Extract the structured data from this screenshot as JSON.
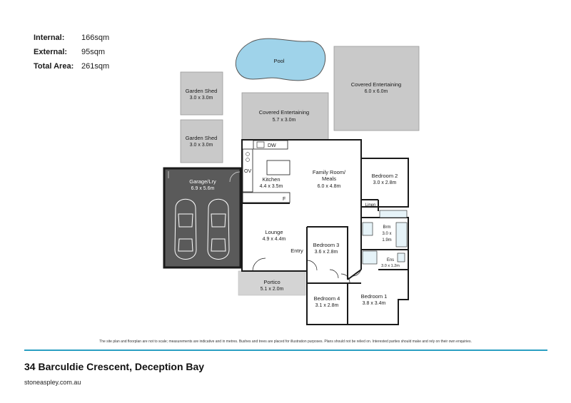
{
  "areas": [
    {
      "label": "Internal:",
      "value": "166sqm"
    },
    {
      "label": "External:",
      "value": "95sqm"
    },
    {
      "label": "Total Area:",
      "value": "261sqm"
    }
  ],
  "rooms": {
    "pool": {
      "name": "Pool"
    },
    "covered_entertaining_large": {
      "name": "Covered Entertaining",
      "dims": "6.0 x 6.0m"
    },
    "covered_entertaining_small": {
      "name": "Covered Entertaining",
      "dims": "5.7 x 3.0m"
    },
    "garden_shed_1": {
      "name": "Garden Shed",
      "dims": "3.0 x 3.0m"
    },
    "garden_shed_2": {
      "name": "Garden Shed",
      "dims": "3.0 x 3.0m"
    },
    "garage": {
      "name": "Garage/Lry",
      "dims": "6.9 x 5.6m"
    },
    "kitchen": {
      "name": "Kitchen",
      "dims": "4.4 x 3.5m"
    },
    "family": {
      "name": "Family Room/",
      "name2": "Meals",
      "dims": "6.0 x 4.8m"
    },
    "bedroom2": {
      "name": "Bedroom 2",
      "dims": "3.0 x 2.8m"
    },
    "linen": {
      "name": "Linen"
    },
    "bathroom": {
      "name": "Brm",
      "dims": "3.0 x",
      "dims2": "1.9m"
    },
    "ensuite": {
      "name": "Ens",
      "dims": "3.0 x 1.2m"
    },
    "lounge": {
      "name": "Lounge",
      "dims": "4.9 x 4.4m"
    },
    "entry": {
      "name": "Entry"
    },
    "bedroom3": {
      "name": "Bedroom 3",
      "dims": "3.6 x 2.8m"
    },
    "portico": {
      "name": "Portico",
      "dims": "5.1 x 2.0m"
    },
    "bedroom4": {
      "name": "Bedroom 4",
      "dims": "3.1 x 2.8m"
    },
    "bedroom1": {
      "name": "Bedroom 1",
      "dims": "3.8 x 3.4m"
    }
  },
  "fixtures": {
    "dw": "DW",
    "ov": "OV",
    "fridge": "F"
  },
  "colors": {
    "covered": "#c9c9c9",
    "garage": "#5a5a5a",
    "pool": "#9fd3ea",
    "wall": "#1a1a1a",
    "accent": "#2a9fc2"
  },
  "disclaimer": "The site plan and floorplan are not to scale; measurements are indicative and in metres. Bushes and trees are placed for illustration purposes. Plans should not be relied on. Interested parties should make and rely on their own enquiries.",
  "address": "34 Barculdie Crescent, Deception Bay",
  "website": "stoneaspley.com.au"
}
